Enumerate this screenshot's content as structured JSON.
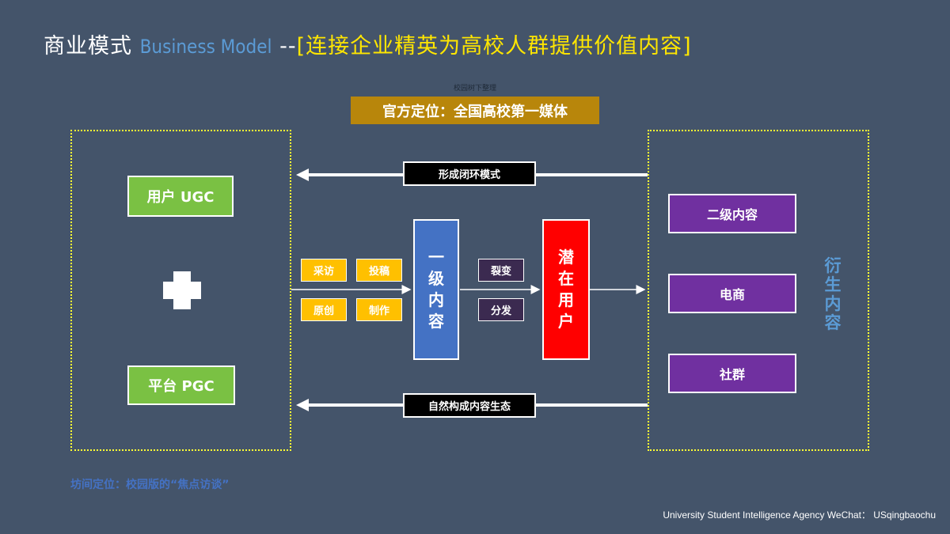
{
  "header": {
    "title_cn": "商业模式",
    "title_en": "Business Model",
    "title_dash": "--",
    "title_tagline": "[连接企业精英为高校人群提供价值内容]"
  },
  "watermark": "校园树下整理",
  "official_position": "官方定位：全国高校第一媒体",
  "left_panel": {
    "ugc": "用户 UGC",
    "pgc": "平台 PGC",
    "plus_icon": "plus-icon"
  },
  "input_tags": [
    "采访",
    "投稿",
    "原创",
    "制作"
  ],
  "primary_content": [
    "一",
    "级",
    "内",
    "容"
  ],
  "spread_tags": [
    "裂变",
    "分发"
  ],
  "potential_users": [
    "潜",
    "在",
    "用",
    "户"
  ],
  "right_panel": {
    "items": [
      "二级内容",
      "电商",
      "社群"
    ],
    "side_label": [
      "衍",
      "生",
      "内",
      "容"
    ]
  },
  "loops": {
    "top": "形成闭环模式",
    "bottom": "自然构成内容生态"
  },
  "interview_position": "坊间定位：校园版的“焦点访谈”",
  "footer": "University Student Intelligence Agency WeChat： USqingbaochu",
  "colors": {
    "background": "#44546A",
    "title_accent": "#5B9BD5",
    "tagline": "#FFE600",
    "official": "#B8860B",
    "green": "#7AC143",
    "orange": "#FFC000",
    "blue": "#4472C4",
    "red": "#FF0000",
    "purple": "#7030A0",
    "dark": "#3B2A50",
    "dotted_border": "#FFFF33"
  }
}
